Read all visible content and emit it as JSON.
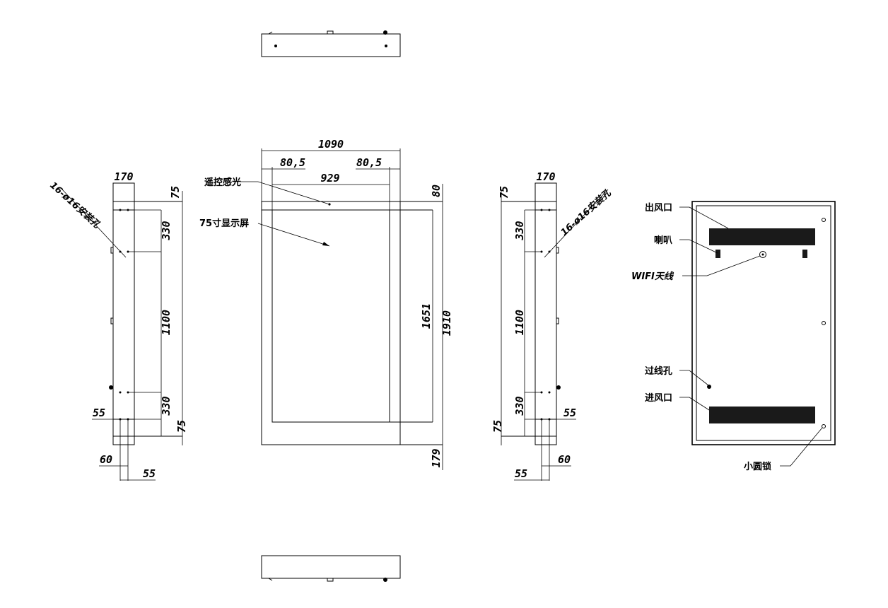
{
  "dims": {
    "overall_width": "1090",
    "bezel_left": "80,5",
    "bezel_right": "80,5",
    "screen_width": "929",
    "top_margin": "80",
    "screen_height": "1651",
    "overall_height": "1910",
    "bottom_margin": "179",
    "depth": "170",
    "hole_top": "75",
    "hole_gap_top": "330",
    "hole_gap_mid": "1100",
    "hole_gap_bottom": "330",
    "hole_bottom": "75",
    "side_a": "55",
    "side_b": "60",
    "side_c": "55"
  },
  "labels": {
    "mount_holes_left": "16-ø16安装孔",
    "mount_holes_right": "16-ø16安装孔",
    "remote_sensor": "遥控感光",
    "display": "75寸显示屏",
    "air_outlet": "出风口",
    "speaker": "喇叭",
    "wifi_antenna": "WIFI天线",
    "cable_hole": "过线孔",
    "air_inlet": "进风口",
    "lock": "小圆锁"
  },
  "colors": {
    "line": "#000000",
    "vent": "#1a1a1a",
    "background": "#ffffff"
  }
}
